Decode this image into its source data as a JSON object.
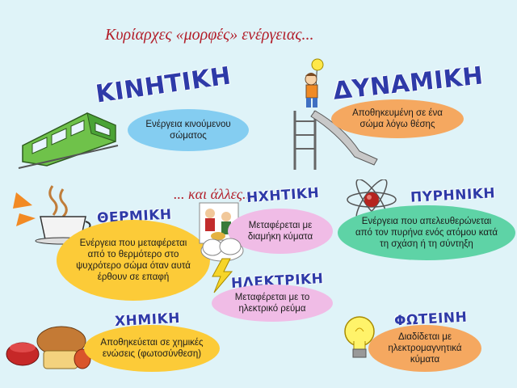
{
  "title": "Κυρίαρχες «μορφές» ενέργειας...",
  "subtitle": "... και άλλες...",
  "forms": {
    "kinetic": {
      "heading": "ΚΙΝΗΤΙΚΗ",
      "description": "Ενέργεια κινούμενου σώματος",
      "color": "#84cdf1"
    },
    "potential": {
      "heading": "ΔΥΝΑΜΙΚΗ",
      "description": "Αποθηκευμένη σε ένα σώμα λόγω θέσης",
      "color": "#f5a860"
    },
    "thermal": {
      "heading": "ΘΕΡΜΙΚΗ",
      "description": "Ενέργεια που μεταφέρεται από το θερμότερο στο ψυχρότερο σώμα όταν αυτά έρθουν σε επαφή",
      "color": "#fccb38"
    },
    "sound": {
      "heading": "ΗΧΗΤΙΚΗ",
      "description": "Μεταφέρεται με διαμήκη κύματα",
      "color": "#f0bce6"
    },
    "nuclear": {
      "heading": "ΠΥΡΗΝΙΚΗ",
      "description": "Ενέργεια που απελευθερώνεται από τον πυρήνα ενός ατόμου κατά τη σχάση ή τη σύντηξη",
      "color": "#5ed3a6"
    },
    "electrical": {
      "heading": "ΗΛΕΚΤΡΙΚΗ",
      "description": "Μεταφέρεται με το ηλεκτρικό ρεύμα",
      "color": "#f0bce6"
    },
    "chemical": {
      "heading": "ΧΗΜΙΚΗ",
      "description": "Αποθηκεύεται σε χημικές ενώσεις (φωτοσύνθεση)",
      "color": "#fccb38"
    },
    "light": {
      "heading": "ΦΩΤΕΙΝΗ",
      "description": "Διαδίδεται με ηλεκτρομαγνητικά κύματα",
      "color": "#f5a860"
    }
  },
  "icons": [
    "train-icon",
    "child-on-slide-icon",
    "hot-cup-icon",
    "musicians-icon",
    "atom-icon",
    "lightning-cloud-icon",
    "food-icon",
    "light-bulb-icon"
  ]
}
